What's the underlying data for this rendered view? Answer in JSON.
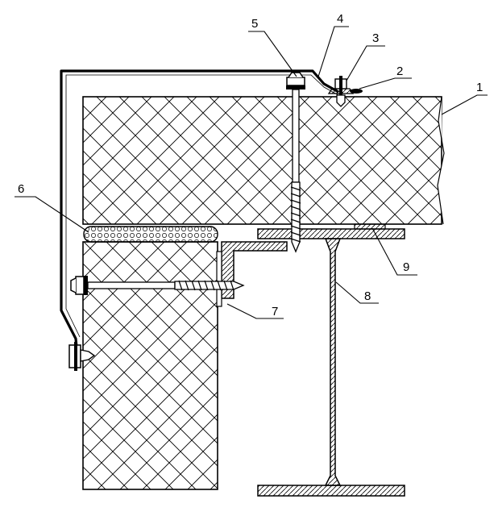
{
  "callouts": [
    {
      "id": "1",
      "label": "1"
    },
    {
      "id": "2",
      "label": "2"
    },
    {
      "id": "3",
      "label": "3"
    },
    {
      "id": "4",
      "label": "4"
    },
    {
      "id": "5",
      "label": "5"
    },
    {
      "id": "6",
      "label": "6"
    },
    {
      "id": "7",
      "label": "7"
    },
    {
      "id": "8",
      "label": "8"
    },
    {
      "id": "9",
      "label": "9"
    }
  ],
  "colors": {
    "line": "#000000",
    "background": "#ffffff",
    "hatch": "#000000"
  }
}
